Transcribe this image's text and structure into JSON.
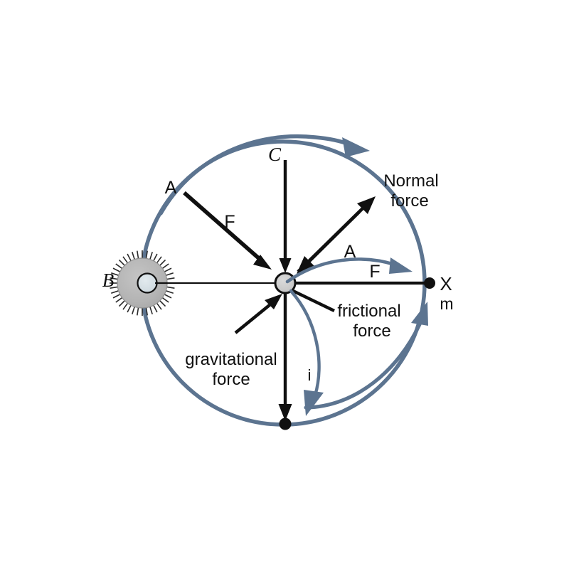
{
  "figure": {
    "title": "Free-body / orbital force diagram",
    "background": "#ffffff",
    "arc_color": "#5c7490",
    "line_color": "#101010",
    "body_fill": "#b8b8b8",
    "hub_fill": "#d2dbe0",
    "mass_fill": "#c9c9c9"
  },
  "labels": {
    "point_a_left": "A",
    "point_a_right": "A",
    "force_f_left": "F",
    "force_f_right": "F",
    "point_b": "B",
    "point_c": "C",
    "point_x": "X",
    "mass_m": "m",
    "current_i": "i",
    "normal_force_line1": "Normal",
    "normal_force_line2": "force",
    "frictional_force_line1": "frictional",
    "frictional_force_line2": "force",
    "gravitational_force_line1": "gravitational",
    "gravitational_force_line2": "force"
  },
  "elements": {
    "orbit_circle": "large-circle-arc",
    "hatched_disc": "gear-disc-B",
    "center_mass": "center-mass-node",
    "end_node": "node-X",
    "bottom_node": "node-bottom",
    "top_arc_arrow": "clockwise-arc-arrow",
    "mid_arc_arrow": "rightward-arc-arrow",
    "lower_arc_arrow": "current-arc-arrow",
    "right_arc_arrow": "upward-arc-arrow"
  }
}
